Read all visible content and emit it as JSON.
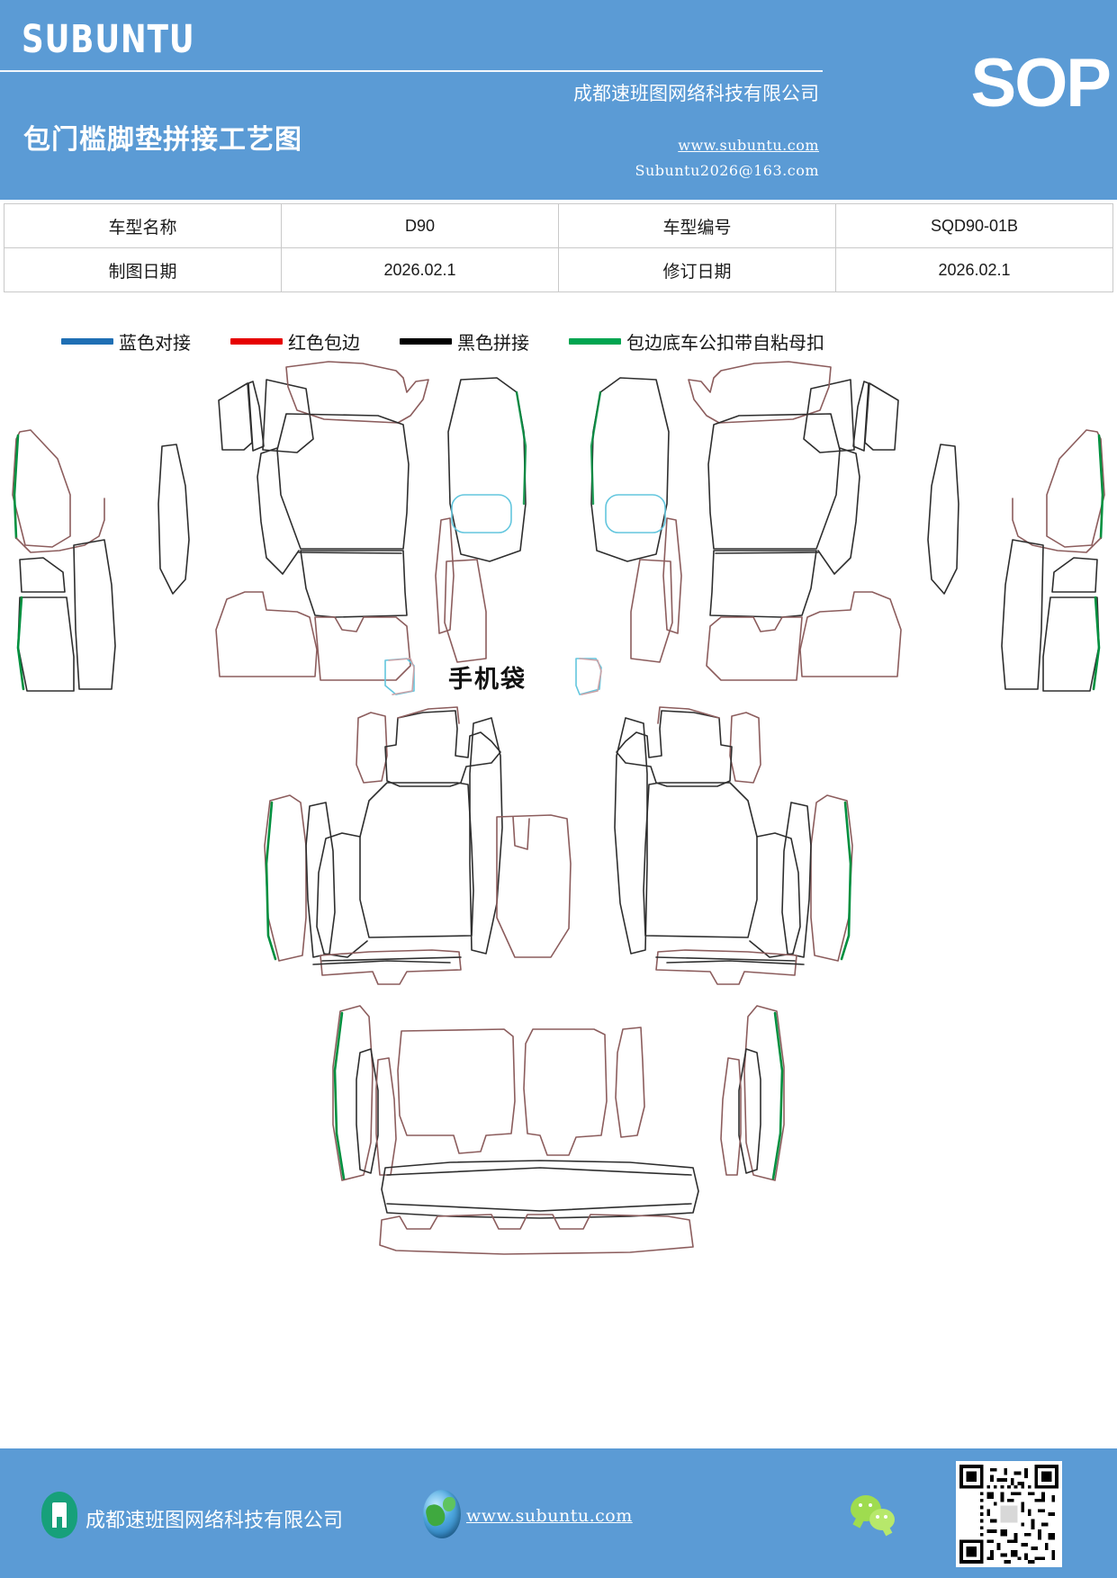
{
  "header": {
    "logo": "SUBUNTU",
    "doc_title": "包门槛脚垫拼接工艺图",
    "company": "成都速班图网络科技有限公司",
    "website": "www.subuntu.com",
    "email": "Subuntu2026@163.com",
    "badge": "SOP",
    "band_color": "#5b9bd5"
  },
  "info_table": {
    "rows": [
      {
        "label_1": "车型名称",
        "value_1": "D90",
        "label_2": "车型编号",
        "value_2": "SQD90-01B"
      },
      {
        "label_1": "制图日期",
        "value_1": "2026.02.1",
        "label_2": "修订日期",
        "value_2": "2026.02.1"
      }
    ]
  },
  "legend": {
    "items": [
      {
        "label": "蓝色对接",
        "color": "#1f6fb4"
      },
      {
        "label": "红色包边",
        "color": "#e60000"
      },
      {
        "label": "黑色拼接",
        "color": "#000000"
      },
      {
        "label": "包边底车公扣带自粘母扣",
        "color": "#00a550"
      }
    ]
  },
  "drawing": {
    "phone_pocket_label": "手机袋",
    "line_colors": {
      "cut": "#2e2e2e",
      "edge": "#8c5d5d",
      "hook_tape": "#00903f",
      "pocket": "#63c6de"
    },
    "groups": [
      {
        "name": "front-row-left-assembly"
      },
      {
        "name": "front-row-right-assembly"
      },
      {
        "name": "second-row-assembly"
      },
      {
        "name": "third-row-assembly"
      }
    ]
  },
  "footer": {
    "company": "成都速班图网络科技有限公司",
    "website": "www.subuntu.com",
    "band_color": "#5b9bd5"
  }
}
